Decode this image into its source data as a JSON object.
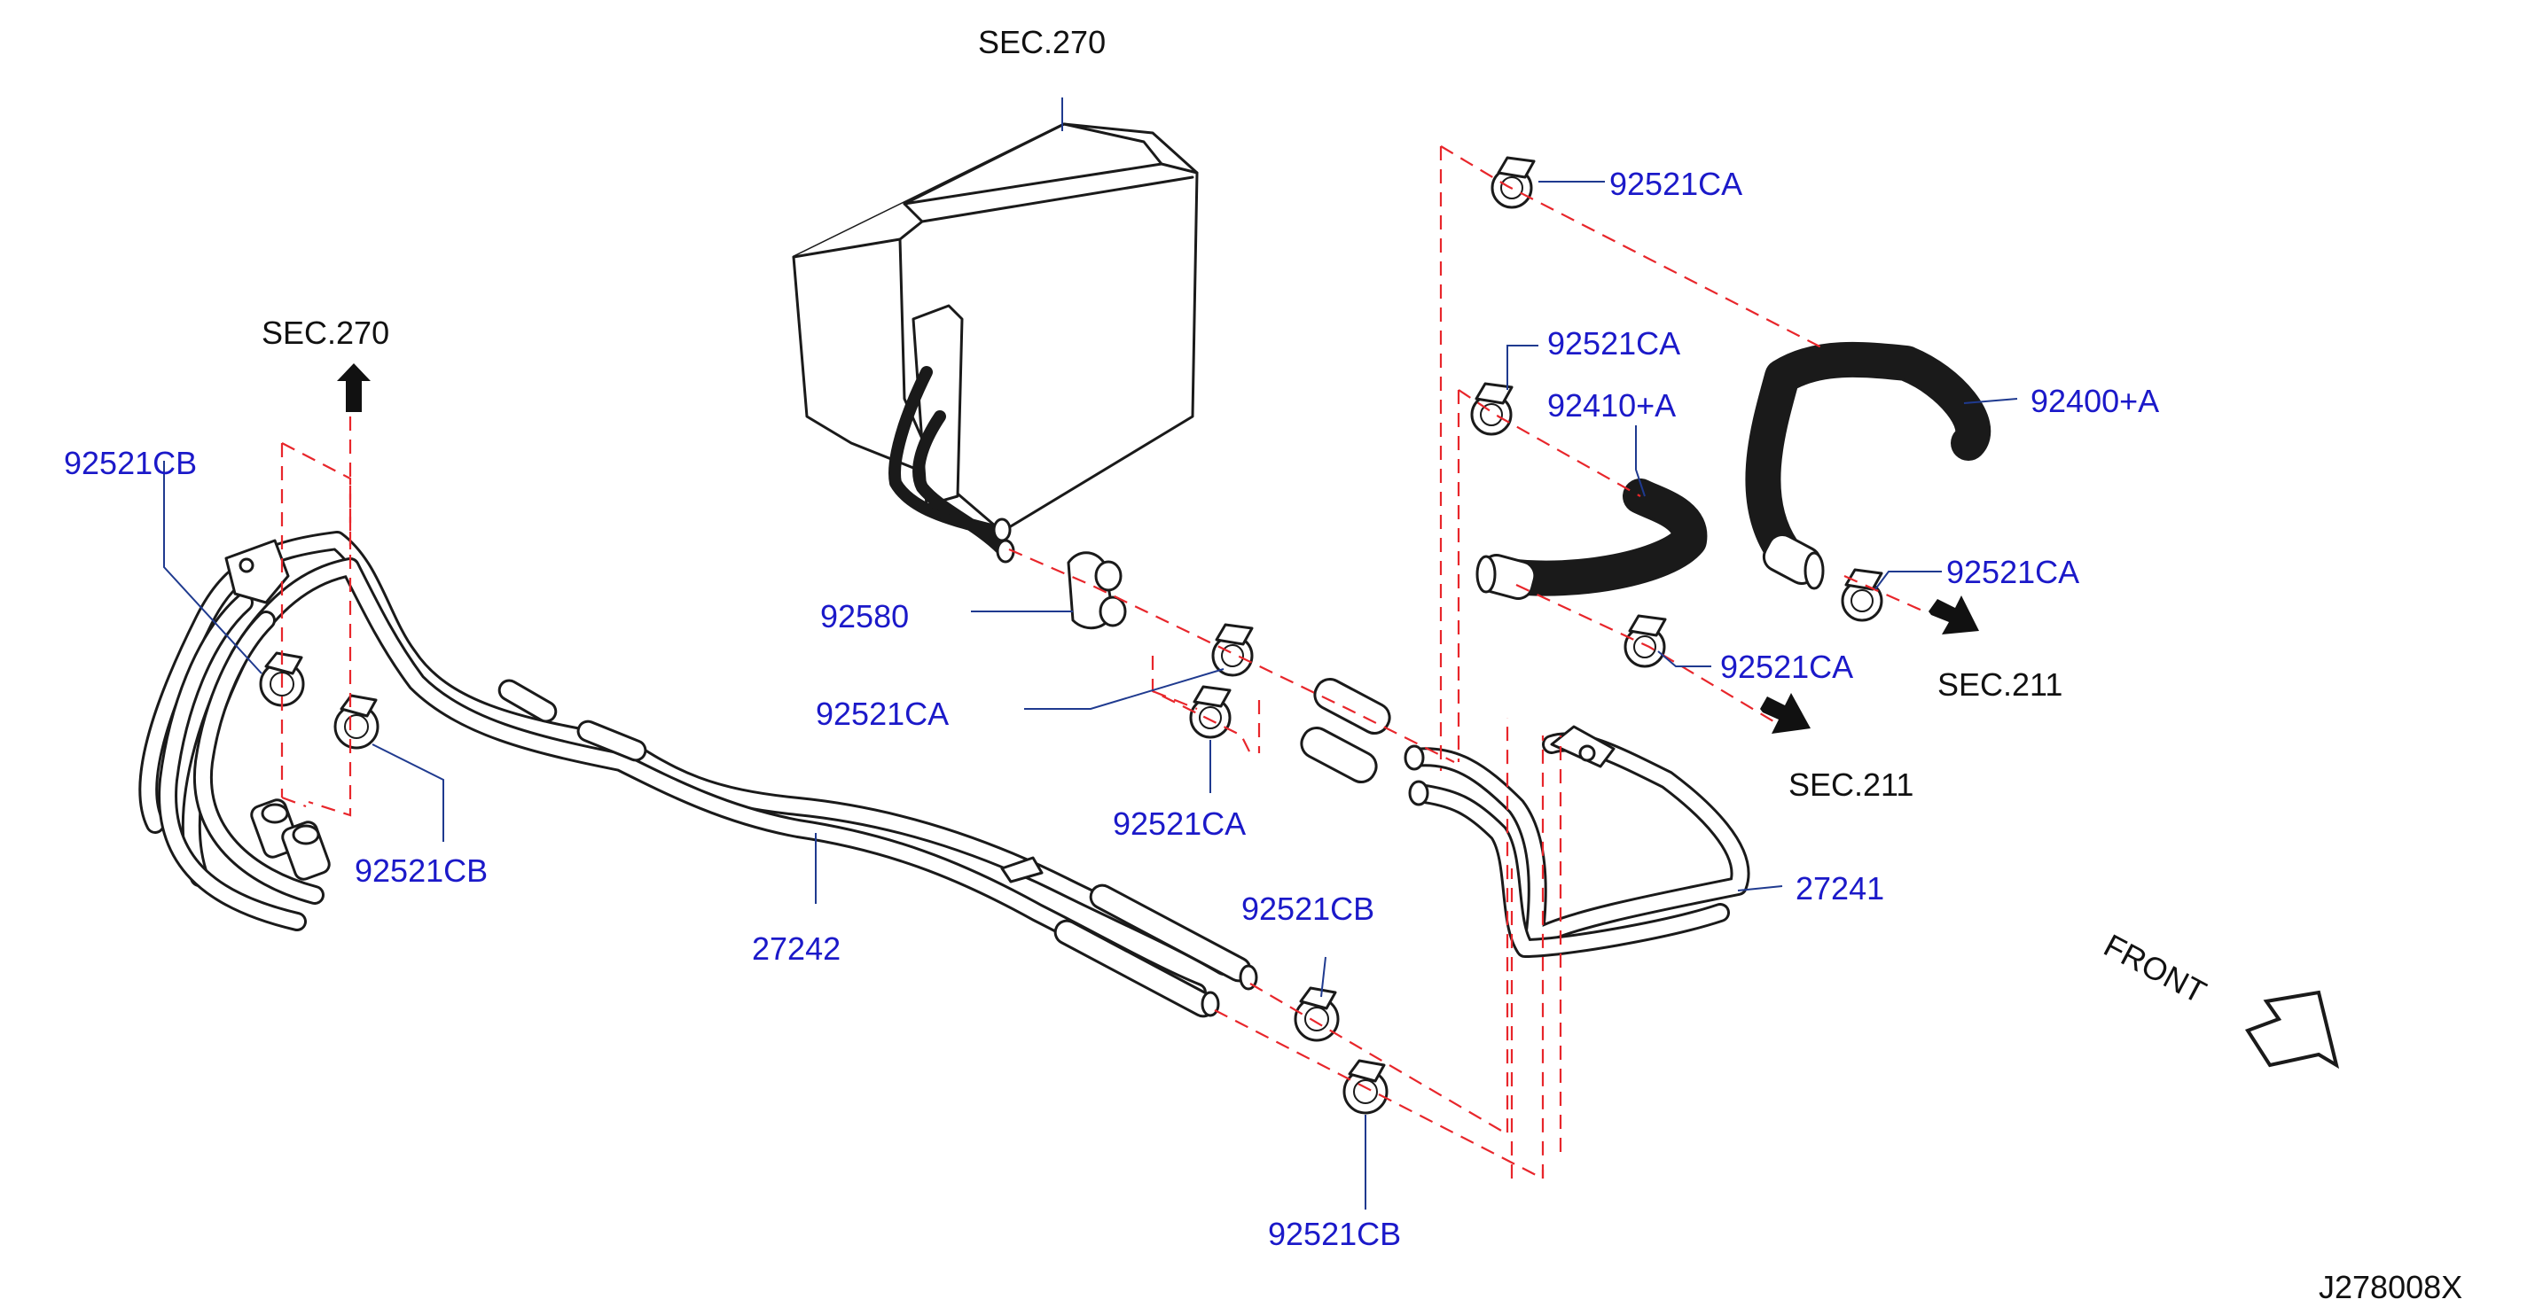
{
  "diagram_code": "J278008X",
  "front_label": "FRONT",
  "sections": {
    "sec270_top": "SEC.270",
    "sec270_left": "SEC.270",
    "sec211_right": "SEC.211",
    "sec211_mid": "SEC.211"
  },
  "parts": {
    "hose_front": "27242",
    "hose_rear": "27241",
    "grommet": "92580",
    "hose_a": "92410+A",
    "hose_b": "92400+A"
  },
  "clamps": {
    "ca_top": "92521CA",
    "ca_2": "92521CA",
    "ca_right": "92521CA",
    "ca_mid": "92521CA",
    "ca_left_a": "92521CA",
    "ca_left_b": "92521CA",
    "cb_left_top": "92521CB",
    "cb_left_bottom": "92521CB",
    "cb_mid": "92521CB",
    "cb_bottom": "92521CB"
  }
}
